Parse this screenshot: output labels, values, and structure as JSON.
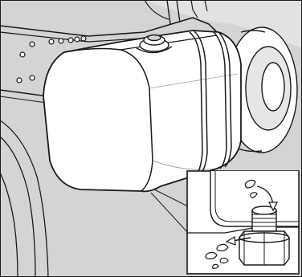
{
  "colors": {
    "background": "#ffffff",
    "shading": "#d4d4d4",
    "line": "#1a1a1a",
    "drop_fill": "#ffffff"
  },
  "illustration": {
    "main_view": {
      "parts": [
        "truck-frame-rail",
        "chassis-bolts",
        "fuel-tank",
        "tank-mounting-straps",
        "filler-cap",
        "rear-wheel",
        "mudguard-curve"
      ]
    },
    "inset_view": {
      "parts": [
        "tank-corner",
        "drain-plug",
        "water-drop-in",
        "water-drops-out",
        "flow-arrows"
      ]
    }
  }
}
